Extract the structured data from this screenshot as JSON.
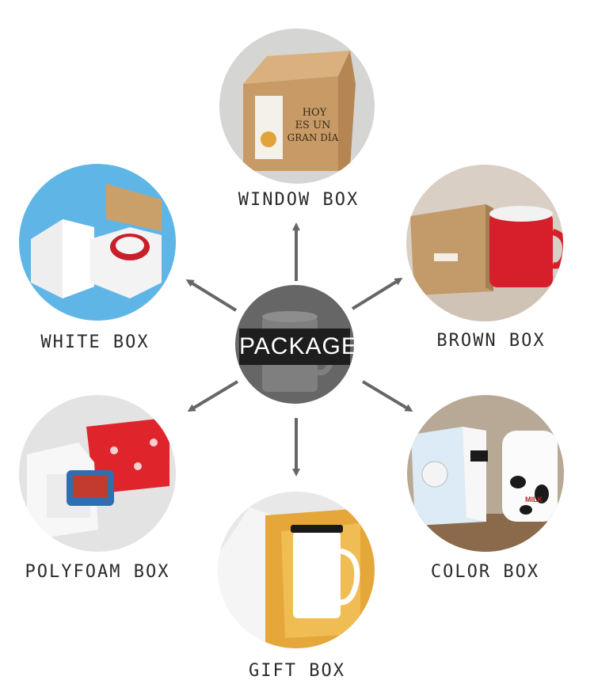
{
  "center": {
    "label": "PACKAGE"
  },
  "nodes": [
    {
      "id": "window",
      "label": "WINDOW BOX"
    },
    {
      "id": "white",
      "label": "WHITE BOX"
    },
    {
      "id": "brown",
      "label": "BROWN BOX"
    },
    {
      "id": "polyfoam",
      "label": "POLYFOAM BOX"
    },
    {
      "id": "color",
      "label": "COLOR BOX"
    },
    {
      "id": "gift",
      "label": "GIFT BOX"
    }
  ],
  "colors": {
    "arrow": "#666666",
    "kraft": "#c9a070",
    "mug_red": "#d61f2a",
    "satin": "#e8a93a"
  }
}
